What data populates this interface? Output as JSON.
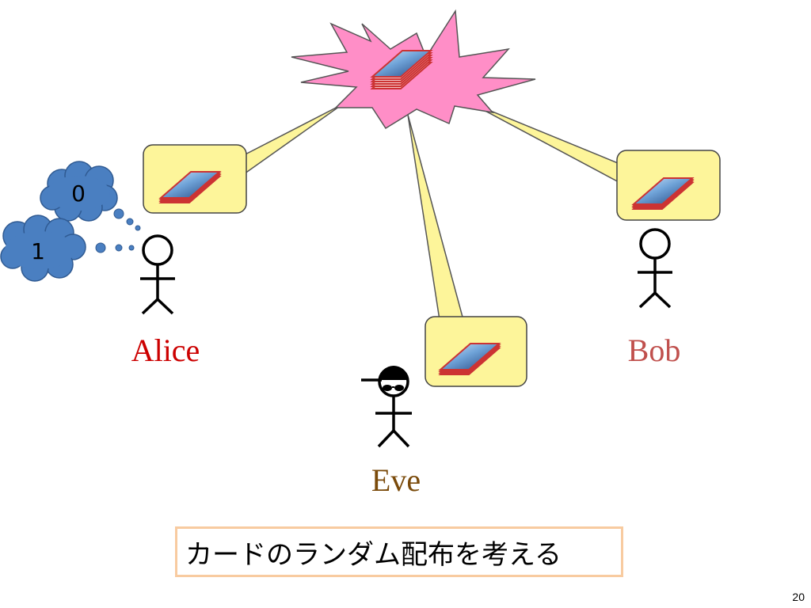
{
  "colors": {
    "burst": "#ff8ec7",
    "bubble": "#fdf59a",
    "cloud": "#4a7fc1",
    "card_edge": "#cc3333",
    "alice": "#cc0000",
    "bob": "#c0504d",
    "eve": "#7a4a0a",
    "caption_border": "#f8cba0"
  },
  "participants": {
    "alice": {
      "label": "Alice"
    },
    "bob": {
      "label": "Bob"
    },
    "eve": {
      "label": "Eve"
    }
  },
  "thought_clouds": [
    {
      "text": "0"
    },
    {
      "text": "1"
    }
  ],
  "caption": {
    "text": "カードのランダム配布を考える"
  },
  "slide_number": "20"
}
